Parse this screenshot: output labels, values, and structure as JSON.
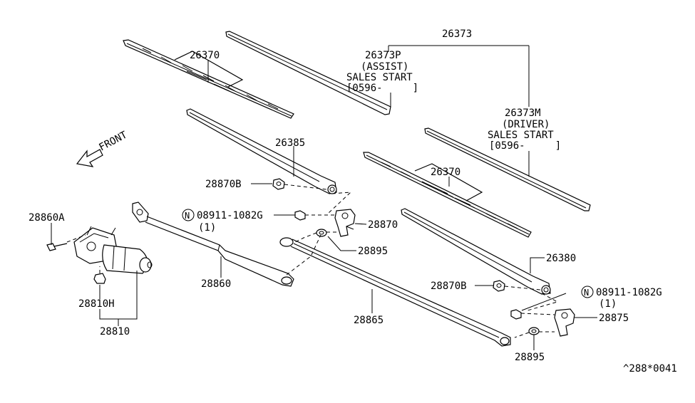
{
  "labels": {
    "p26373": "26373",
    "p26373p": "26373P",
    "assist": "(ASSIST)",
    "sales_start_1": "SALES START",
    "date_1": "[0596-     ]",
    "p26373m": "26373M",
    "driver": "(DRIVER)",
    "sales_start_2": "SALES START",
    "date_2": "[0596-     ]",
    "p26370_top": "26370",
    "p26370_mid": "26370",
    "p26385": "26385",
    "p26380": "26380",
    "p28870b_top": "28870B",
    "p28870b_bot": "28870B",
    "nut_ref_top": "08911-1082G",
    "nut_qty_top": "(1)",
    "nut_ref_bot": "08911-1082G",
    "nut_qty_bot": "(1)",
    "p28870": "28870",
    "p28875": "28875",
    "p28895_top": "28895",
    "p28895_bot": "28895",
    "p28860a": "28860A",
    "p28860": "28860",
    "p28865": "28865",
    "p28810h": "28810H",
    "p28810": "28810",
    "front": "FRONT",
    "n_circle": "N",
    "diagram_code": "^288*0041"
  }
}
